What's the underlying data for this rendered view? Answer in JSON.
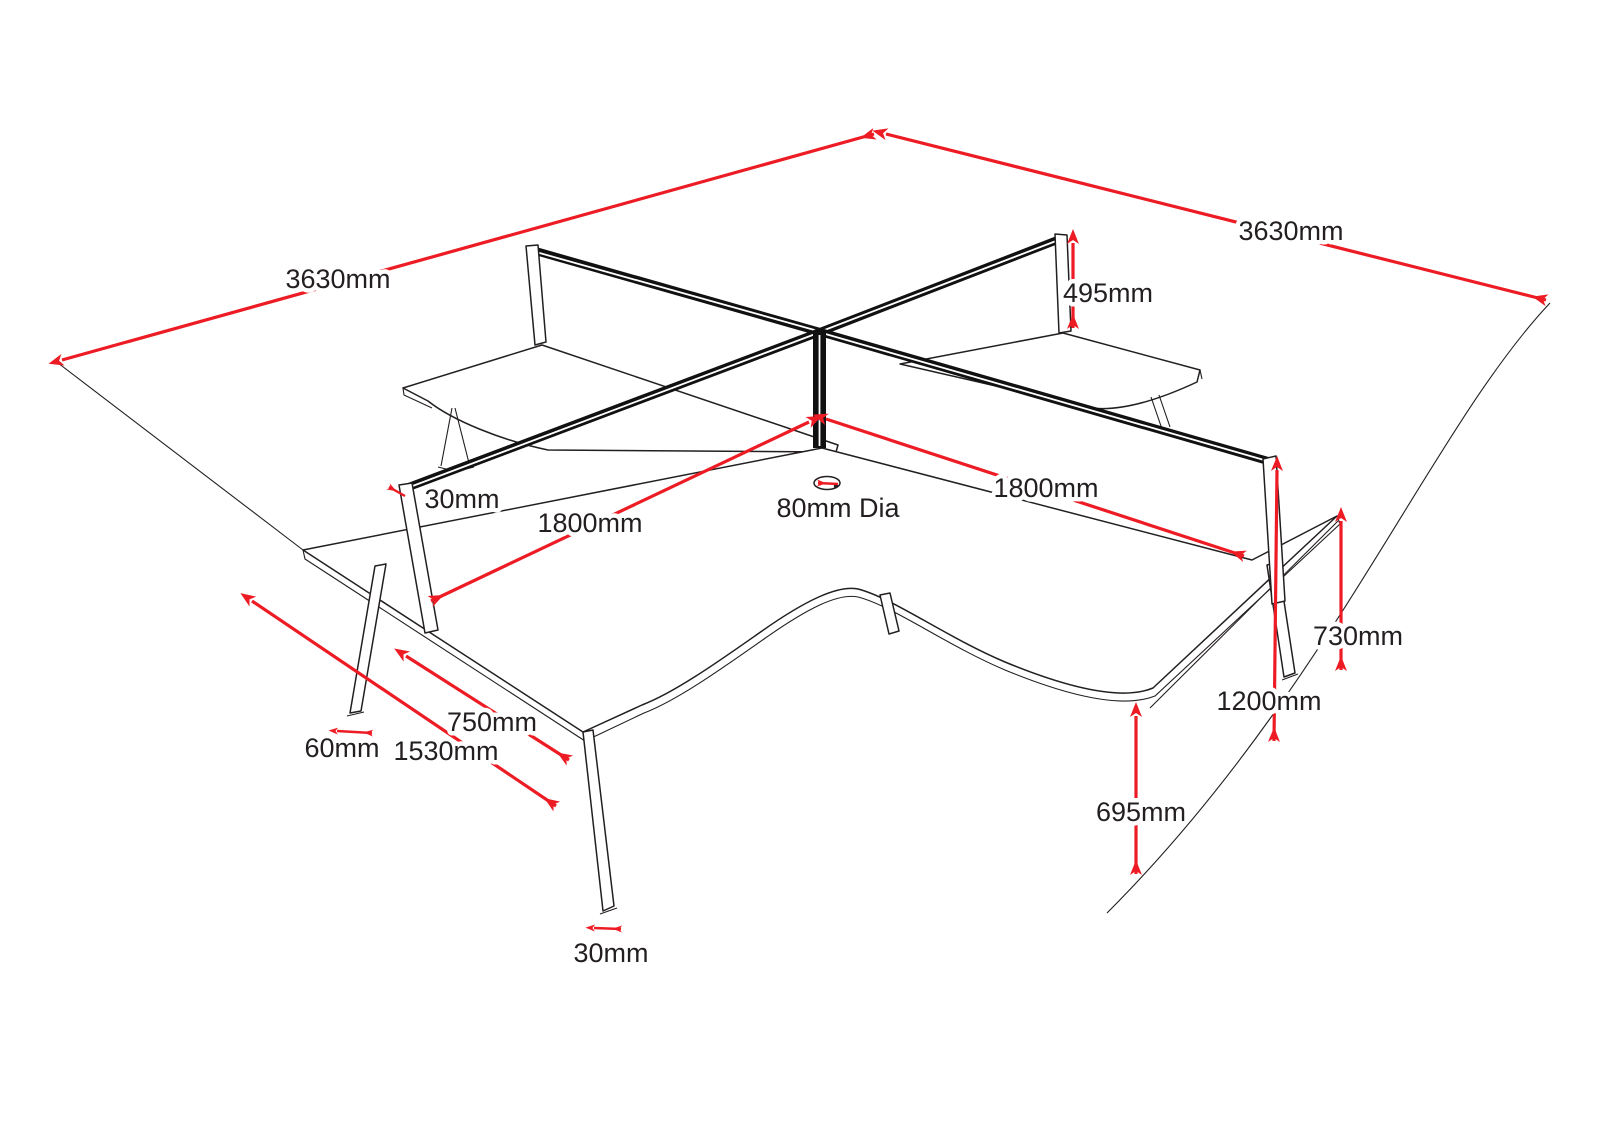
{
  "diagram": {
    "title": "4-person X-configuration corner workstation cluster — isometric dimension drawing",
    "type": "technical-line-drawing",
    "colors": {
      "dimension_accent": "#ED1C24",
      "line": "#231F20",
      "background": "#FFFFFF"
    },
    "components": [
      "floor-footprint",
      "four-corner-desks",
      "x-privacy-screens",
      "a-frame-legs",
      "cable-grommet"
    ]
  },
  "labels": [
    {
      "id": "footprint-left",
      "text": "3630mm"
    },
    {
      "id": "footprint-right",
      "text": "3630mm"
    },
    {
      "id": "screen-above-desk",
      "text": "495mm"
    },
    {
      "id": "screen-run-left",
      "text": "1800mm"
    },
    {
      "id": "screen-run-right",
      "text": "1800mm"
    },
    {
      "id": "grommet-diameter",
      "text": "80mm Dia"
    },
    {
      "id": "screen-thickness",
      "text": "30mm"
    },
    {
      "id": "desk-wing-depth",
      "text": "750mm"
    },
    {
      "id": "desk-front-edge",
      "text": "1530mm"
    },
    {
      "id": "leg-foot-width",
      "text": "60mm"
    },
    {
      "id": "leg-foot-thickness",
      "text": "30mm"
    },
    {
      "id": "floor-to-underside",
      "text": "695mm"
    },
    {
      "id": "screen-total-height",
      "text": "1200mm"
    },
    {
      "id": "desk-height",
      "text": "730mm"
    }
  ]
}
